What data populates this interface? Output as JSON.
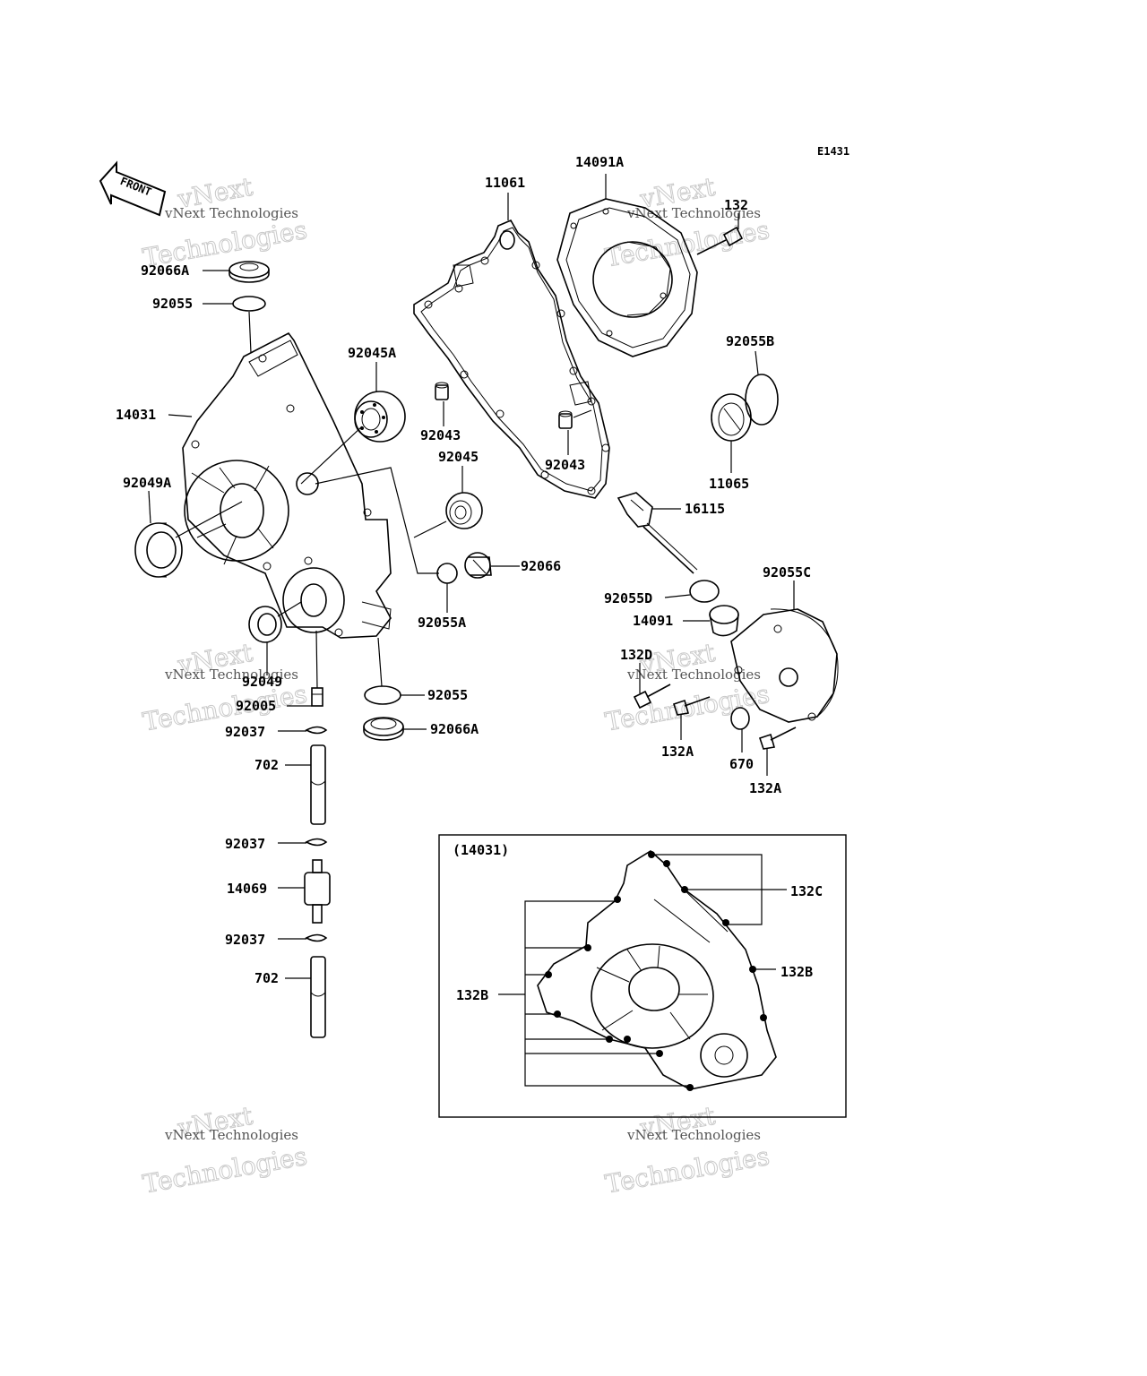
{
  "diagram_code": "E1431",
  "front_label": "FRONT",
  "watermark": {
    "line1": "vNext",
    "line2": "Technologies",
    "caption": "vNext Technologies"
  },
  "inset_title": "(14031)",
  "labels": {
    "p92066A_top": "92066A",
    "p92055_top": "92055",
    "p14031": "14031",
    "p92049A": "92049A",
    "p92045A": "92045A",
    "p92045": "92045",
    "p92043_left": "92043",
    "p92043_right": "92043",
    "p11061": "11061",
    "p14091A": "14091A",
    "p132": "132",
    "p92055B": "92055B",
    "p11065": "11065",
    "p16115": "16115",
    "p92066": "92066",
    "p92055A": "92055A",
    "p92055C": "92055C",
    "p92055D": "92055D",
    "p14091": "14091",
    "p132D": "132D",
    "p132A_left": "132A",
    "p670": "670",
    "p132A_right": "132A",
    "p92049": "92049",
    "p92005": "92005",
    "p92055_bottom": "92055",
    "p92066A_bottom": "92066A",
    "p92037_1": "92037",
    "p702_1": "702",
    "p92037_2": "92037",
    "p14069": "14069",
    "p92037_3": "92037",
    "p702_2": "702",
    "p132C": "132C",
    "p132B_right": "132B",
    "p132B_left": "132B"
  }
}
